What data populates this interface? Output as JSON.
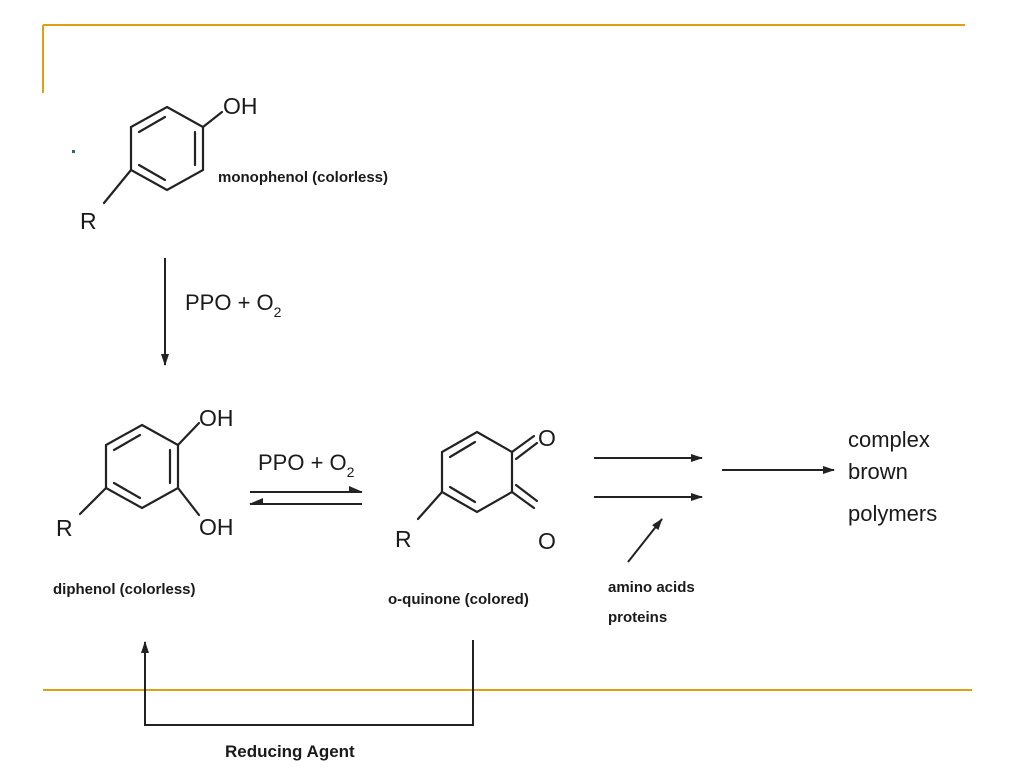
{
  "colors": {
    "accent_line": "#e0a010",
    "ink": "#1a1a1a"
  },
  "diagram": {
    "monophenol": {
      "substituent": "R",
      "group": "OH",
      "caption": "monophenol (colorless)"
    },
    "step1_reagent": {
      "text": "PPO + O",
      "subscript": "2"
    },
    "diphenol": {
      "substituent": "R",
      "group_top": "OH",
      "group_bottom": "OH",
      "caption": "diphenol (colorless)"
    },
    "step2_reagent": {
      "text": "PPO + O",
      "subscript": "2"
    },
    "quinone": {
      "substituent": "R",
      "oxygen_top": "O",
      "oxygen_bottom": "O",
      "caption": "o-quinone (colored)"
    },
    "side_reactants": {
      "line1": "amino acids",
      "line2": "proteins"
    },
    "product": {
      "line1": "complex",
      "line2": "brown",
      "line3": "polymers"
    },
    "feedback": {
      "label": "Reducing Agent"
    }
  }
}
